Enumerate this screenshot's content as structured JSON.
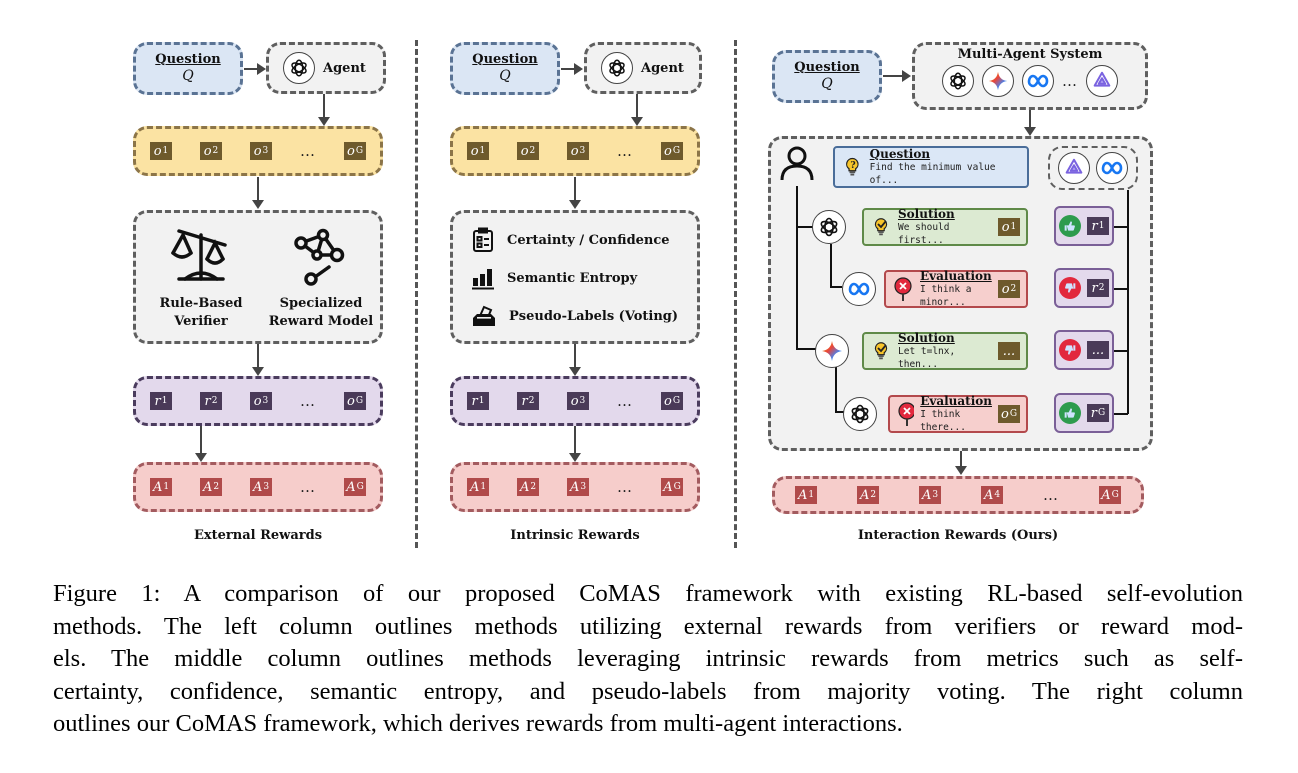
{
  "columns": [
    {
      "id": "external",
      "title": "External Rewards",
      "question": {
        "label": "Question",
        "symbol": "Q"
      },
      "agent": {
        "label": "Agent",
        "icon": "openai-logo-icon"
      },
      "outputs": [
        "o|1",
        "o|2",
        "o|3",
        "…",
        "o|G"
      ],
      "verifiers": [
        {
          "icon": "scale-icon",
          "label_line1": "Rule-Based",
          "label_line2": "Verifier"
        },
        {
          "icon": "network-nodes-icon",
          "label_line1": "Specialized",
          "label_line2": "Reward Model"
        }
      ],
      "rewards": [
        "r|1",
        "r|2",
        "o|3",
        "…",
        "o|G"
      ],
      "advantages": [
        "A|1",
        "A|2",
        "A|3",
        "…",
        "A|G"
      ]
    },
    {
      "id": "intrinsic",
      "title": "Intrinsic Rewards",
      "question": {
        "label": "Question",
        "symbol": "Q"
      },
      "agent": {
        "label": "Agent",
        "icon": "openai-logo-icon"
      },
      "outputs": [
        "o|1",
        "o|2",
        "o|3",
        "…",
        "o|G"
      ],
      "metrics": [
        {
          "icon": "clipboard-checklist-icon",
          "label": "Certainty / Confidence"
        },
        {
          "icon": "bar-chart-icon",
          "label": "Semantic Entropy"
        },
        {
          "icon": "ballot-box-icon",
          "label": "Pseudo-Labels (Voting)"
        }
      ],
      "rewards": [
        "r|1",
        "r|2",
        "o|3",
        "…",
        "o|G"
      ],
      "advantages": [
        "A|1",
        "A|2",
        "A|3",
        "…",
        "A|G"
      ]
    },
    {
      "id": "interaction",
      "title": "Interaction Rewards (Ours)",
      "question": {
        "label": "Question",
        "symbol": "Q"
      },
      "system": {
        "label": "Multi-Agent System",
        "logos": [
          "openai-logo-icon",
          "gemini-logo-icon",
          "meta-logo-icon",
          "…",
          "qwen-logo-icon"
        ]
      },
      "user_question": {
        "title": "Question",
        "text": "Find the minimum value of..."
      },
      "judges": [
        "qwen-logo-icon",
        "meta-logo-icon"
      ],
      "turns": [
        {
          "agent": "openai-logo-icon",
          "kind": "Solution",
          "text": "We should first...",
          "chip": "o|1",
          "verdict": "up",
          "reward": "r|1"
        },
        {
          "agent": "meta-logo-icon",
          "kind": "Evaluation",
          "text": "I think a minor...",
          "chip": "o|2",
          "verdict": "down",
          "reward": "r|2"
        },
        {
          "agent": "gemini-logo-icon",
          "kind": "Solution",
          "text": "Let t=lnx, then...",
          "chip": "...",
          "verdict": "down",
          "reward": "..."
        },
        {
          "agent": "openai-logo-icon",
          "kind": "Evaluation",
          "text": "I think there...",
          "chip": "o|G",
          "verdict": "up",
          "reward": "r|G"
        }
      ],
      "advantages": [
        "A|1",
        "A|2",
        "A|3",
        "A|4",
        "…",
        "A|G"
      ]
    }
  ],
  "caption": {
    "lines": [
      "Figure 1: A comparison of our proposed CoMAS framework with existing RL-based self-evolution",
      "methods. The left column outlines methods utilizing external rewards from verifiers or reward mod-",
      "els.  The middle column outlines methods leveraging intrinsic rewards from metrics such as self-",
      "certainty, confidence, semantic entropy, and pseudo-labels from majority voting.  The right column",
      "outlines our CoMAS framework, which derives rewards from multi-agent interactions."
    ]
  },
  "colors": {
    "question_fill": "#dbe6f4",
    "output_fill": "#fbe3a3",
    "reward_fill": "#e3d9ec",
    "advantage_fill": "#f6cdcb",
    "chip_output": "#6e5a2c",
    "chip_reward": "#4a3a58",
    "chip_advantage": "#b04a4a",
    "thumb_up": "#2e9b4e",
    "thumb_down": "#e2283d"
  }
}
